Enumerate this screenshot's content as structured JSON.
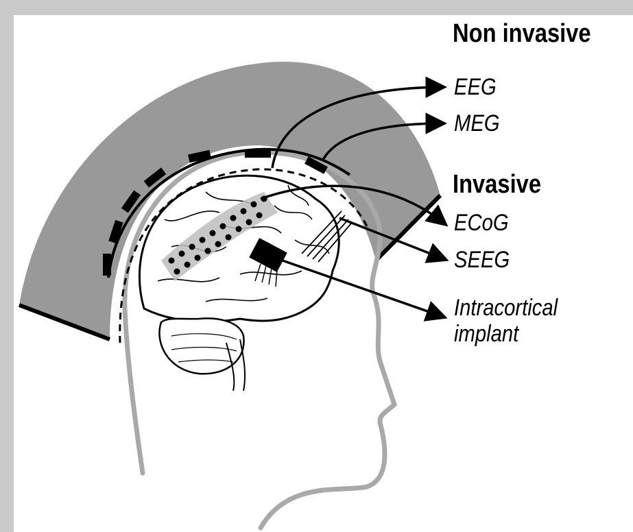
{
  "noninvasive": {
    "heading": "Non invasive",
    "items": [
      "EEG",
      "MEG"
    ]
  },
  "invasive": {
    "heading": "Invasive",
    "items": [
      "ECoG",
      "SEEG",
      "Intracortical implant"
    ]
  },
  "colors": {
    "background": "#c9cac9",
    "helmet_fill": "#999999",
    "line": "#000000",
    "outline": "#a9a9a9"
  }
}
